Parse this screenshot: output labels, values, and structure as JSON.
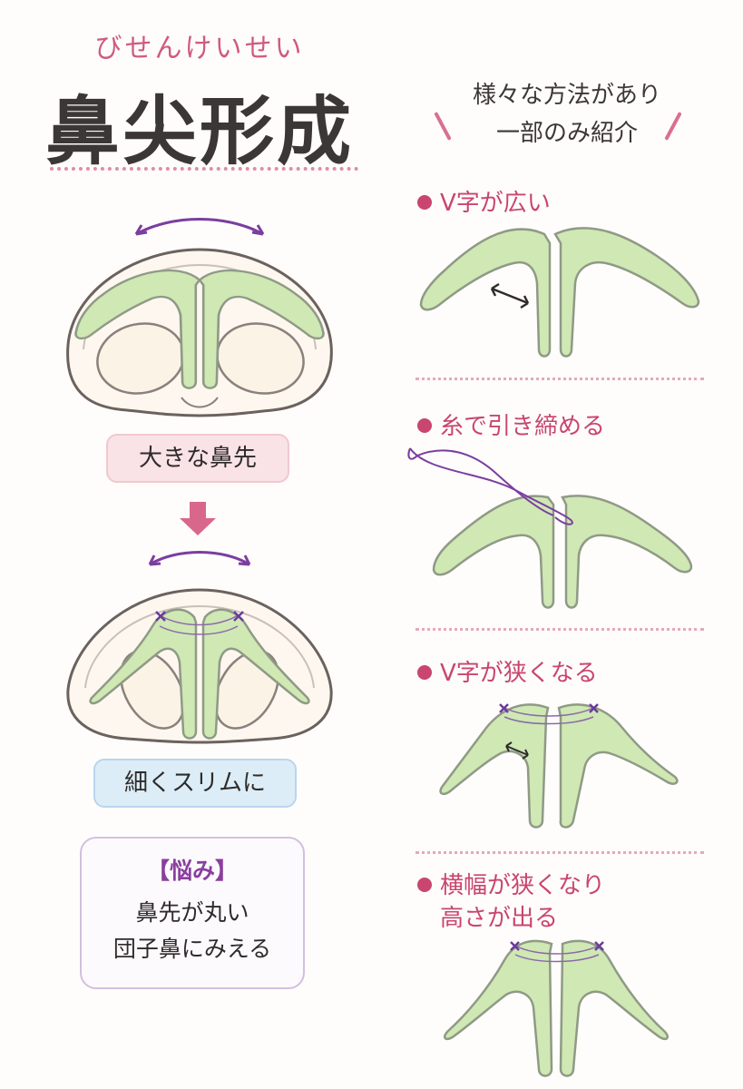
{
  "ruby": "びせんけいせい",
  "title": "鼻尖形成",
  "note": {
    "line1": "様々な方法があり",
    "line2": "一部のみ紹介"
  },
  "left": {
    "before_label": "大きな鼻先",
    "after_label": "細くスリムに",
    "worry": {
      "title": "【悩み】",
      "line1": "鼻先が丸い",
      "line2": "団子鼻にみえる"
    }
  },
  "methods": [
    {
      "label": "V字が広い"
    },
    {
      "label": "糸で引き締める"
    },
    {
      "label": "V字が狭くなる"
    },
    {
      "label_line1": "横幅が狭くなり",
      "label_line2": "高さが出る"
    }
  ],
  "colors": {
    "accent": "#c8466f",
    "cartilage_fill": "#cfe8b4",
    "cartilage_stroke": "#8f9a86",
    "arrow_purple": "#7a3ea0",
    "down_arrow": "#d9678c",
    "pill_pink": "#f9e3e6",
    "pill_blue": "#dcedf7"
  }
}
